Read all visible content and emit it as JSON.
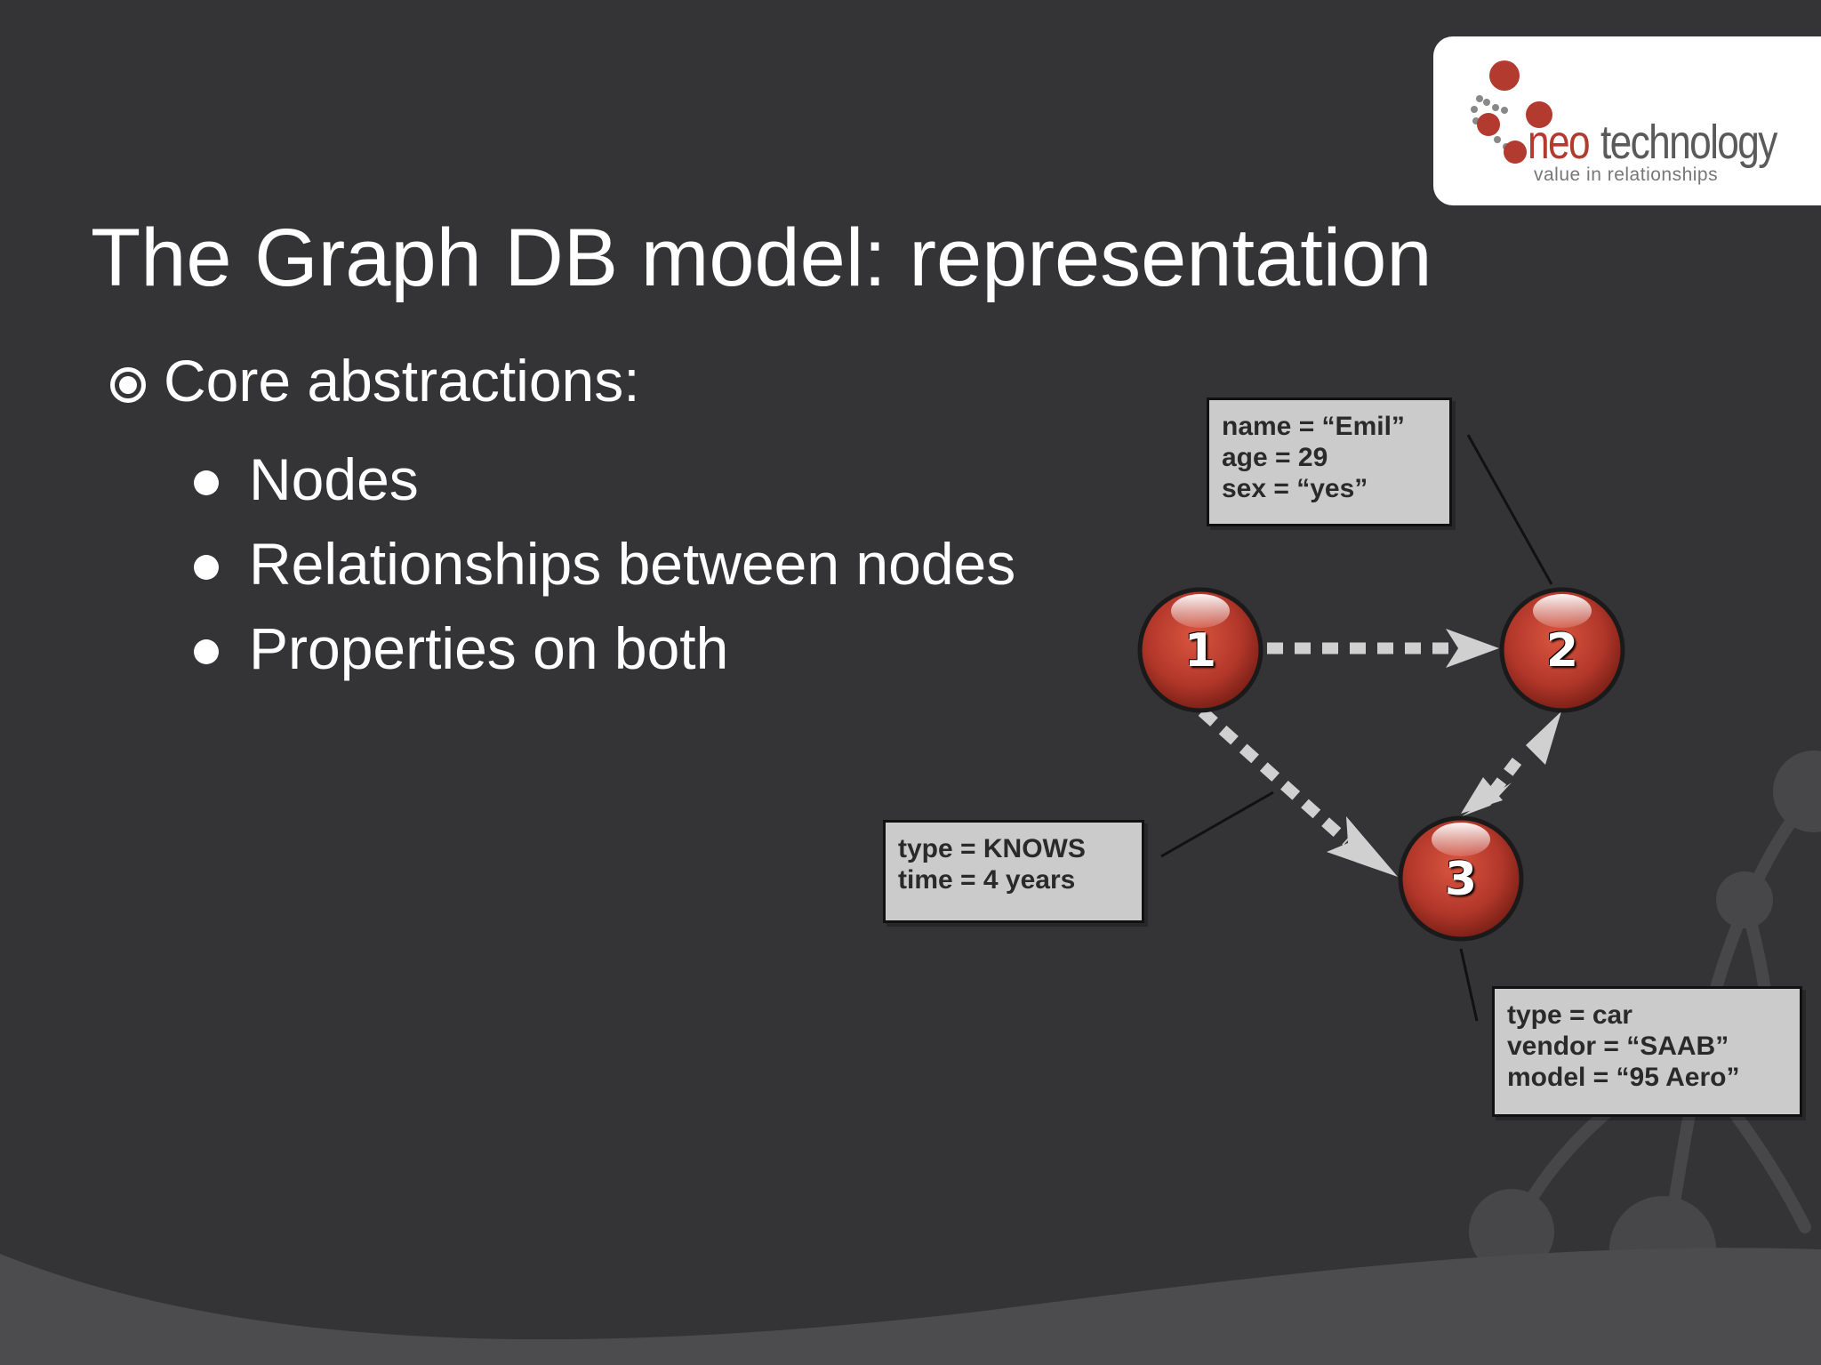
{
  "logo": {
    "brand_part1": "neo",
    "brand_part2": "technology",
    "tagline": "value in relationships",
    "brand_color": "#b23a2e"
  },
  "title": "The Graph DB model: representation",
  "bullets": {
    "main": "Core abstractions:",
    "sub": [
      "Nodes",
      "Relationships between nodes",
      "Properties on both"
    ]
  },
  "diagram": {
    "nodes": [
      {
        "id": "1",
        "label": "1"
      },
      {
        "id": "2",
        "label": "2"
      },
      {
        "id": "3",
        "label": "3"
      }
    ],
    "node_color": "#b2372a",
    "edges": [
      {
        "from": "1",
        "to": "2",
        "style": "dashed"
      },
      {
        "from": "1",
        "to": "3",
        "style": "dashed"
      },
      {
        "from": "2",
        "to": "3",
        "style": "dashed-bidirectional"
      }
    ],
    "property_boxes": {
      "node2": [
        "name = “Emil”",
        "age = 29",
        "sex = “yes”"
      ],
      "edge_1_3": [
        "type = KNOWS",
        "time = 4 years"
      ],
      "node3": [
        "type = car",
        "vendor = “SAAB”",
        "model = “95 Aero”"
      ]
    }
  },
  "colors": {
    "background": "#343436",
    "text": "#ffffff",
    "box_fill": "#cbcbcb"
  }
}
